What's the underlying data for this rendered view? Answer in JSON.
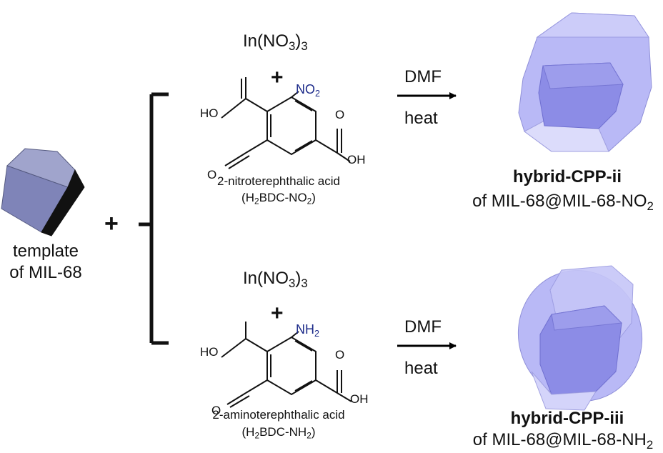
{
  "template": {
    "label_line1": "template",
    "label_line2": "of MIL-68"
  },
  "plus_sign": "+",
  "branches": [
    {
      "metal": {
        "pre": "In(NO",
        "sub": "3",
        "mid": ")",
        "sub2": "3"
      },
      "plus_sign": "+",
      "substituent": {
        "main": "NO",
        "sub": "2"
      },
      "ho_label": "HO",
      "oh_label": "OH",
      "o_top": "O",
      "o_bottom": "O",
      "acid_name": "2-nitroterephthalic acid",
      "acid_abbrev": {
        "pre": "(H",
        "sub": "2",
        "mid": "BDC-NO",
        "sub2": "2",
        "post": ")"
      },
      "solvent": "DMF",
      "condition": "heat",
      "product_name": "hybrid-CPP-ii",
      "product_desc": {
        "pre": "of MIL-68@MIL-68-NO",
        "sub": "2"
      }
    },
    {
      "metal": {
        "pre": "In(NO",
        "sub": "3",
        "mid": ")",
        "sub2": "3"
      },
      "plus_sign": "+",
      "substituent": {
        "main": "NH",
        "sub": "2"
      },
      "ho_label": "HO",
      "oh_label": "OH",
      "o_top": "O",
      "o_bottom": "O",
      "acid_name": "2-aminoterephthalic acid",
      "acid_abbrev": {
        "pre": "(H",
        "sub": "2",
        "mid": "BDC-NH",
        "sub2": "2",
        "post": ")"
      },
      "solvent": "DMF",
      "condition": "heat",
      "product_name": "hybrid-CPP-iii",
      "product_desc": {
        "pre": "of MIL-68@MIL-68-NH",
        "sub": "2"
      }
    }
  ],
  "colors": {
    "template_crystal": "#7f84b8",
    "product_crystal": "#a9a9f4",
    "substituent_text": "#1d2b8a"
  }
}
